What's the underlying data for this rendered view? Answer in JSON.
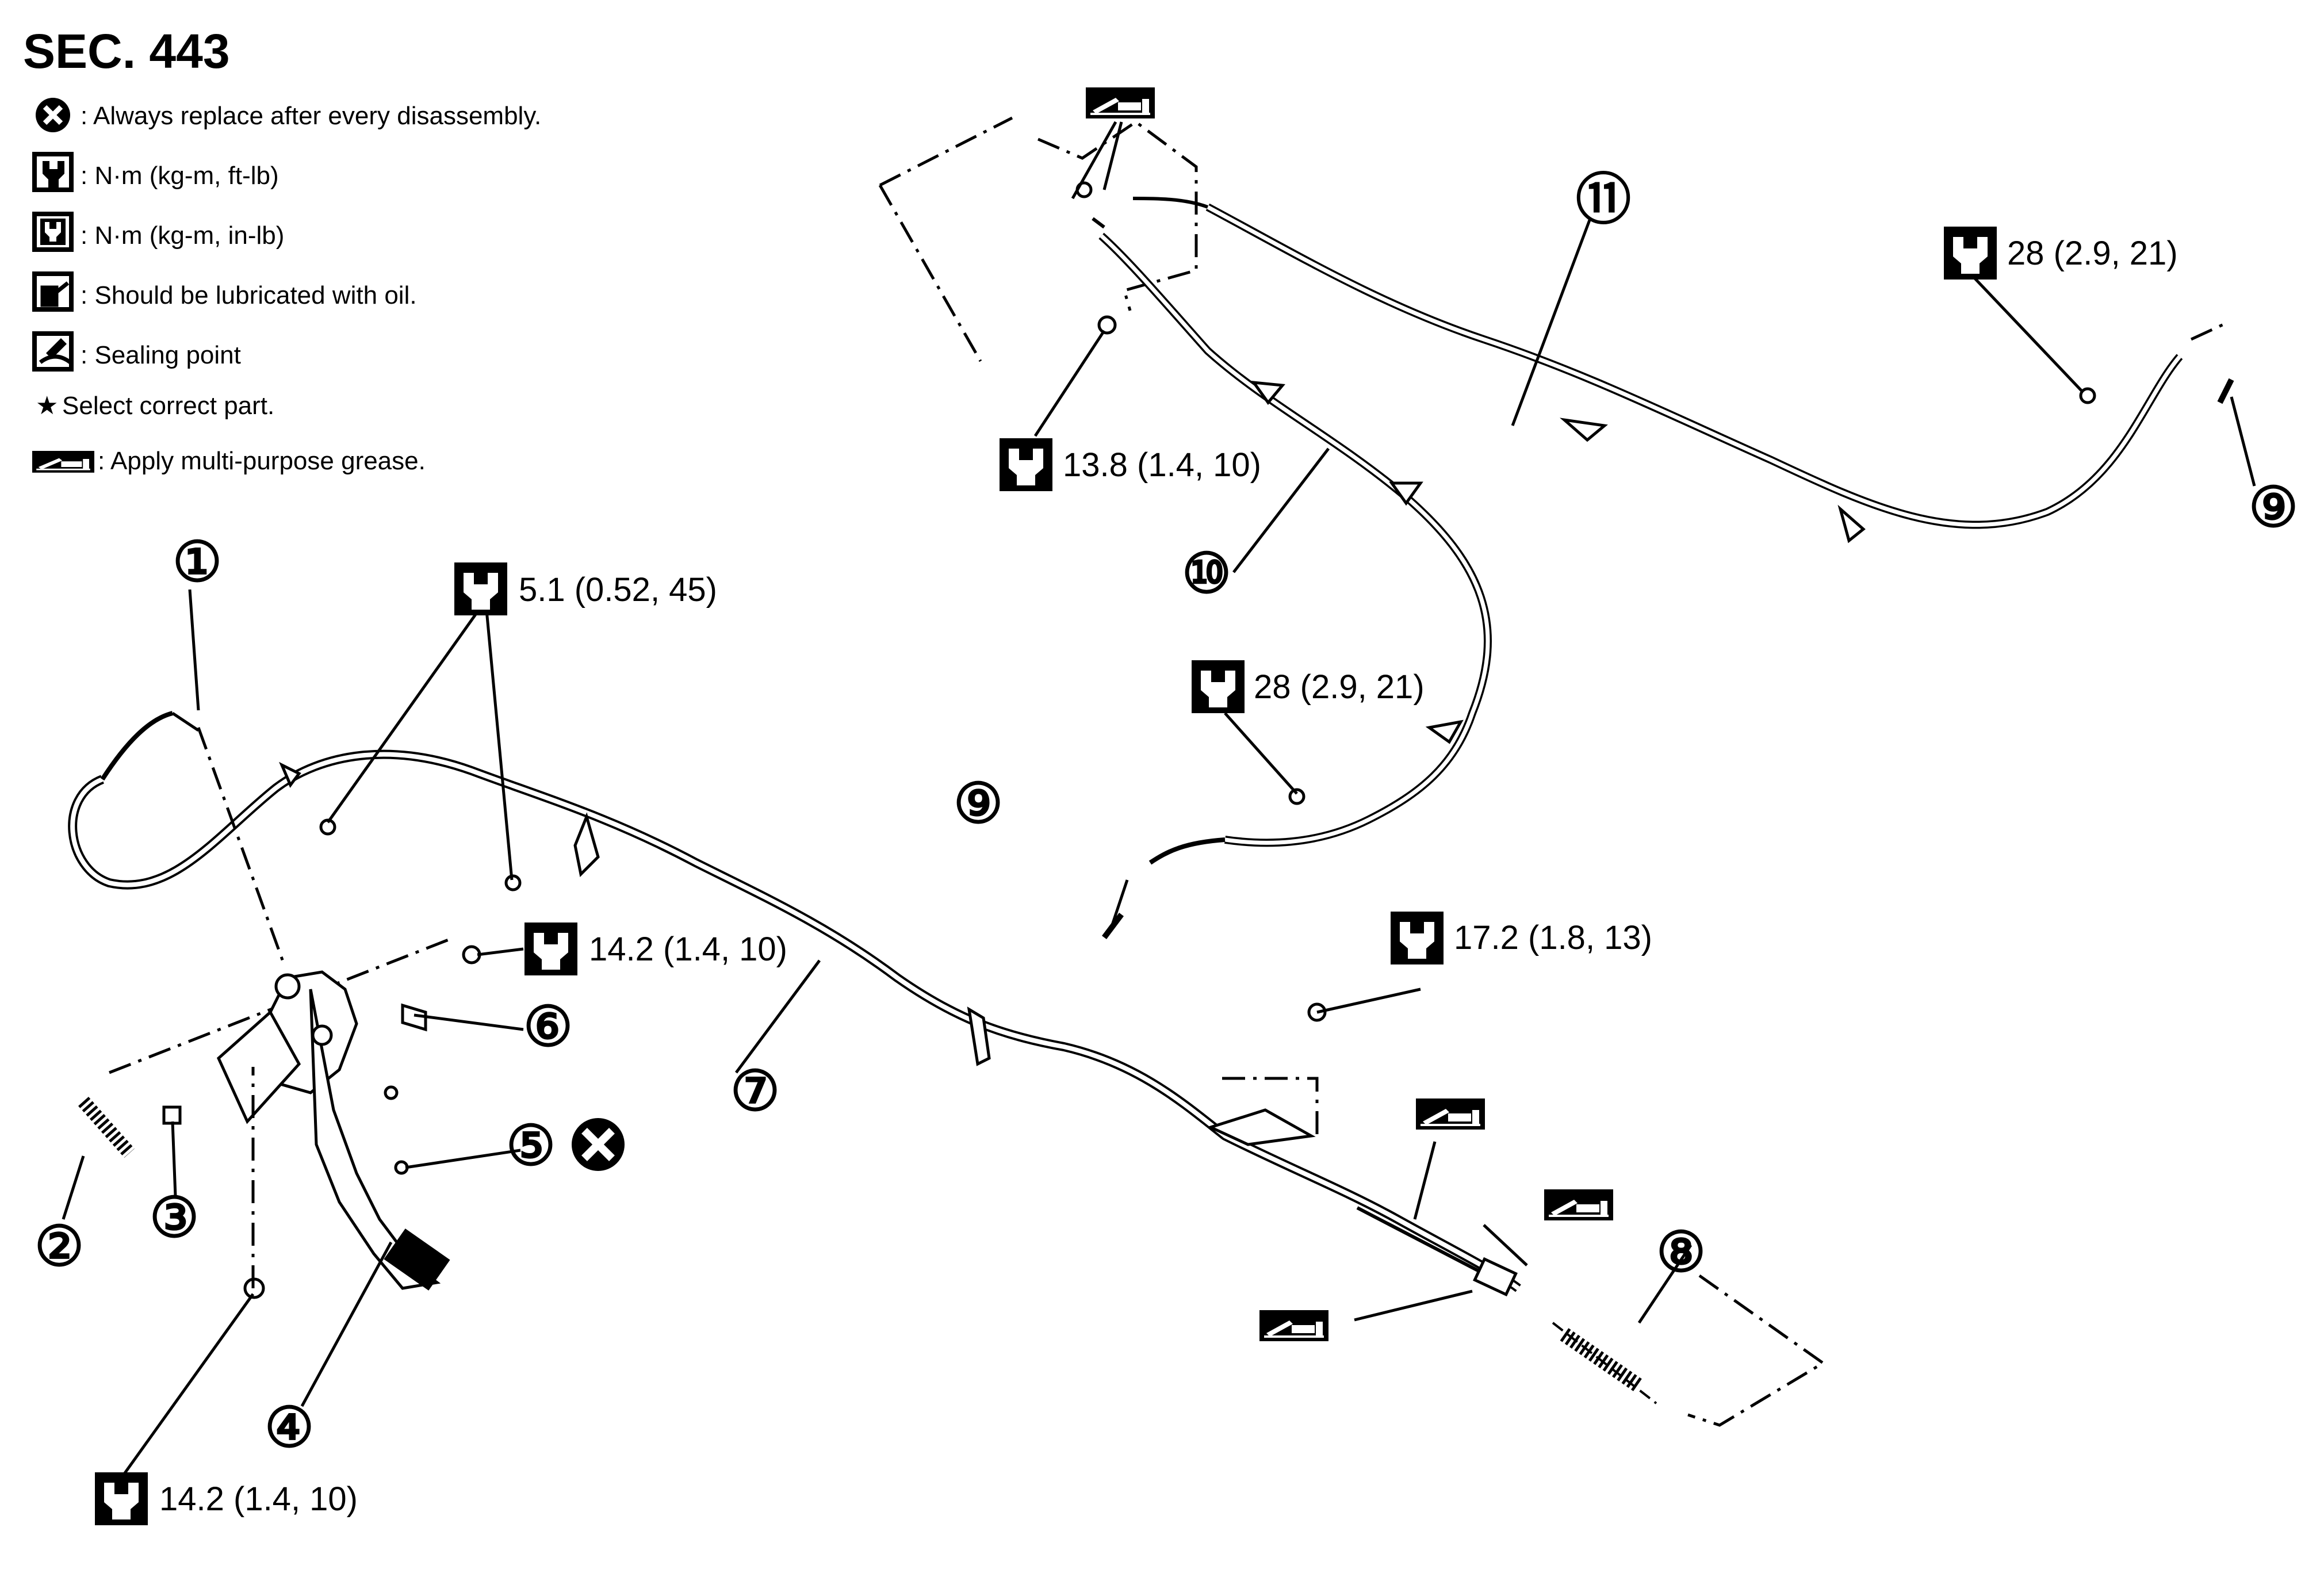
{
  "title": "SEC. 443",
  "legend": [
    {
      "icon": "always-replace-icon",
      "text": ": Always replace after every disassembly."
    },
    {
      "icon": "torque-ft-lb-icon",
      "text": ": N·m (kg-m, ft-lb)"
    },
    {
      "icon": "torque-in-lb-icon",
      "text": ": N·m (kg-m, in-lb)"
    },
    {
      "icon": "oil-can-icon",
      "text": ": Should be lubricated with oil."
    },
    {
      "icon": "sealing-point-icon",
      "text": ": Sealing point"
    },
    {
      "icon": "star-icon",
      "text": "Select correct part."
    },
    {
      "icon": "grease-icon",
      "text": ": Apply multi-purpose grease."
    }
  ],
  "callouts": {
    "c1": "①",
    "c2": "②",
    "c3": "③",
    "c4": "④",
    "c5": "⑤",
    "c6": "⑥",
    "c7": "⑦",
    "c8": "⑧",
    "c9a": "⑨",
    "c9b": "⑨",
    "c10": "⑩",
    "c11": "⑪"
  },
  "torques": {
    "t_5_1": "5.1 (0.52, 45)",
    "t_14_2_a": "14.2 (1.4, 10)",
    "t_14_2_b": "14.2 (1.4, 10)",
    "t_13_8": "13.8 (1.4, 10)",
    "t_28_a": "28 (2.9, 21)",
    "t_28_b": "28 (2.9, 21)",
    "t_17_2": "17.2 (1.8, 13)"
  },
  "colors": {
    "ink": "#000000",
    "background": "#ffffff"
  }
}
